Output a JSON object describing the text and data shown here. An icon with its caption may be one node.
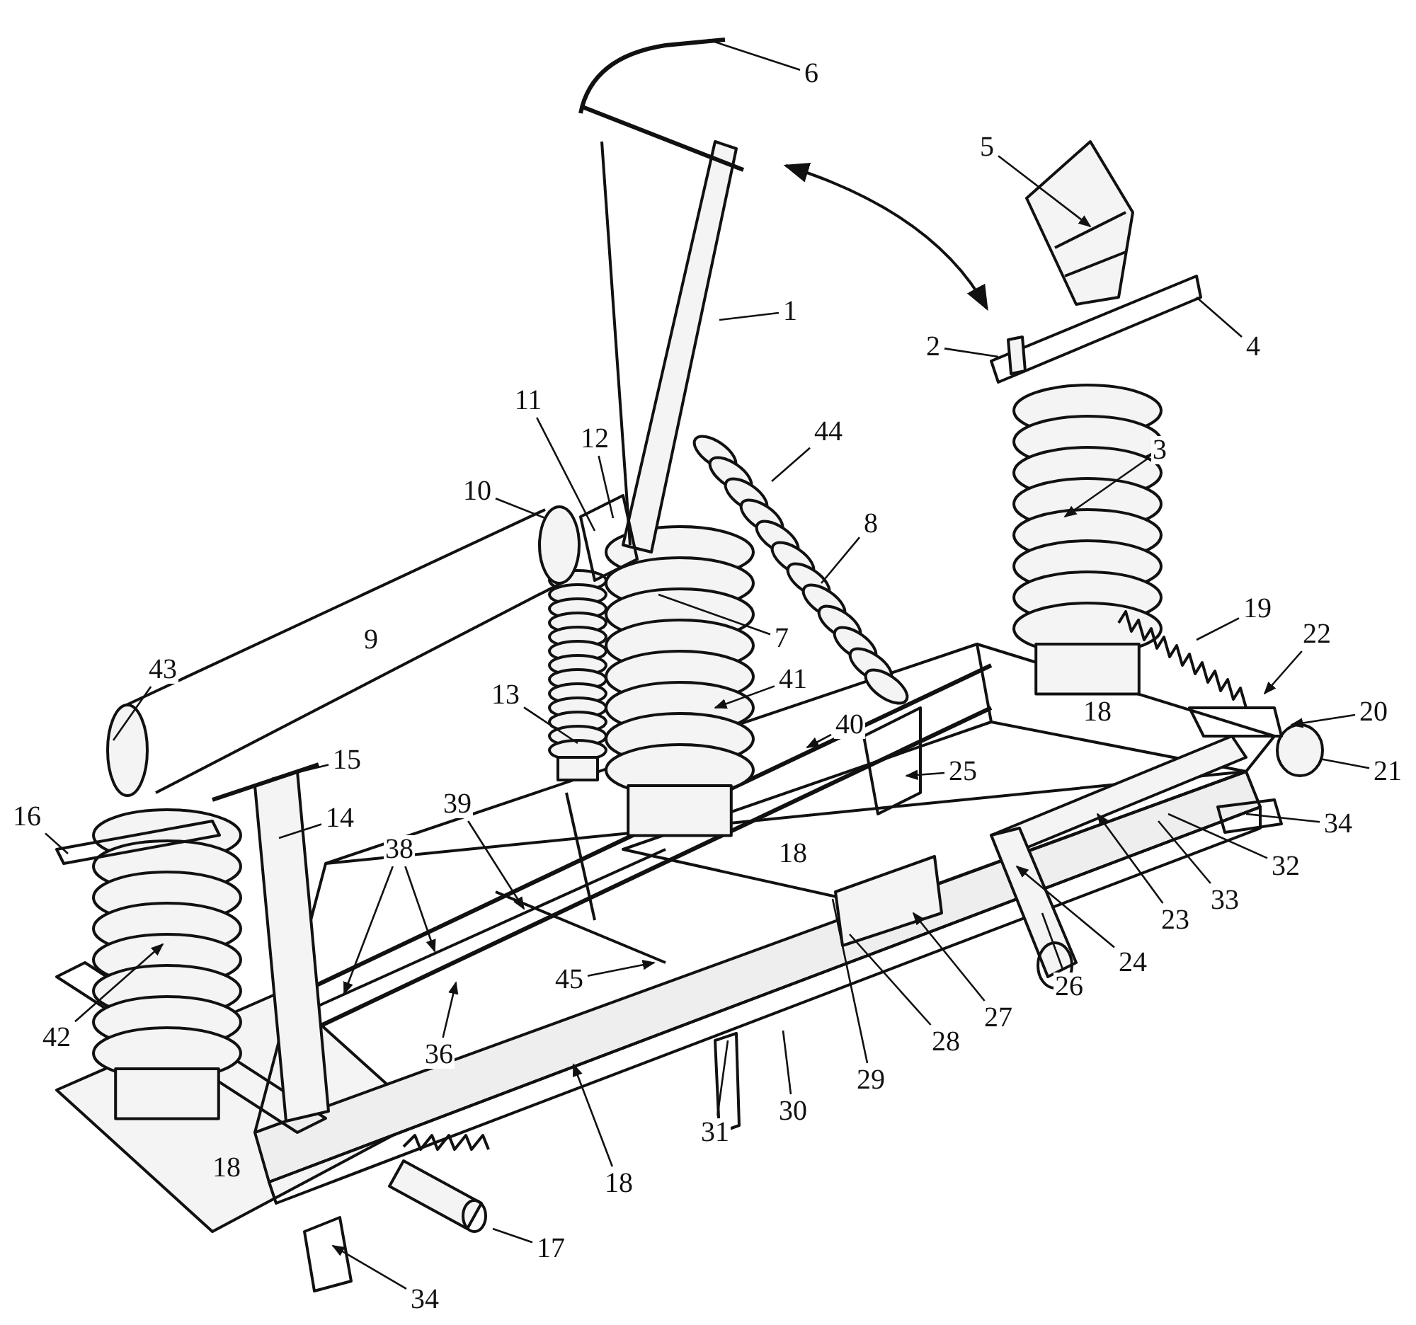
{
  "diagram": {
    "nodes": [
      {
        "text": [
          "1"
        ]
      },
      {
        "text": [
          "2"
        ]
      },
      {
        "text": [
          "3"
        ]
      },
      {
        "text": [
          "4"
        ]
      },
      {
        "text": [
          "5"
        ]
      },
      {
        "text": [
          "6"
        ]
      },
      {
        "text": [
          "7"
        ]
      },
      {
        "text": [
          "8"
        ]
      },
      {
        "text": [
          "10"
        ]
      },
      {
        "text": [
          "11"
        ]
      },
      {
        "text": [
          "12"
        ]
      },
      {
        "text": [
          "13"
        ]
      },
      {
        "text": [
          "14"
        ]
      },
      {
        "text": [
          "15"
        ]
      },
      {
        "text": [
          "16"
        ]
      },
      {
        "text": [
          "17"
        ]
      },
      {
        "text": [
          "18"
        ]
      },
      {
        "text": [
          "19"
        ]
      },
      {
        "text": [
          "20"
        ]
      },
      {
        "text": [
          "21"
        ]
      },
      {
        "text": [
          "22"
        ]
      },
      {
        "text": [
          "23"
        ]
      },
      {
        "text": [
          "24"
        ]
      },
      {
        "text": [
          "25"
        ]
      },
      {
        "text": [
          "26"
        ]
      },
      {
        "text": [
          "27"
        ]
      },
      {
        "text": [
          "28"
        ]
      },
      {
        "text": [
          "29"
        ]
      },
      {
        "text": [
          "30"
        ]
      },
      {
        "text": [
          "31"
        ]
      },
      {
        "text": [
          "32"
        ]
      },
      {
        "text": [
          "33"
        ]
      },
      {
        "text": [
          "34"
        ]
      },
      {
        "text": [
          "34"
        ]
      },
      {
        "text": [
          "36"
        ]
      },
      {
        "text": [
          "38"
        ]
      },
      {
        "text": [
          "39"
        ]
      },
      {
        "text": [
          "40"
        ]
      },
      {
        "text": [
          "41"
        ]
      },
      {
        "text": [
          "42"
        ]
      },
      {
        "text": [
          "43"
        ]
      },
      {
        "text": [
          "44"
        ]
      },
      {
        "text": [
          "45"
        ]
      }
    ],
    "edges": [
      {
        "from": 0,
        "to": null,
        "arrow": "none"
      },
      {
        "from": 1,
        "to": null,
        "arrow": "none"
      },
      {
        "from": 2,
        "to": null,
        "arrow": "to"
      },
      {
        "from": 3,
        "to": null,
        "arrow": "none"
      },
      {
        "from": 4,
        "to": null,
        "arrow": "to"
      },
      {
        "from": 5,
        "to": null,
        "arrow": "none"
      },
      {
        "from": 6,
        "to": null,
        "arrow": "none"
      },
      {
        "from": 7,
        "to": null,
        "arrow": "none"
      },
      {
        "from": 8,
        "to": null,
        "arrow": "none"
      },
      {
        "from": 9,
        "to": null,
        "arrow": "none"
      },
      {
        "from": 10,
        "to": null,
        "arrow": "none"
      },
      {
        "from": 11,
        "to": null,
        "arrow": "none"
      },
      {
        "from": 12,
        "to": null,
        "arrow": "none"
      },
      {
        "from": 13,
        "to": null,
        "arrow": "none"
      },
      {
        "from": 14,
        "to": null,
        "arrow": "none"
      },
      {
        "from": 15,
        "to": null,
        "arrow": "none"
      },
      {
        "from": 16,
        "to": null,
        "arrow": "to"
      },
      {
        "from": 17,
        "to": null,
        "arrow": "none"
      },
      {
        "from": 18,
        "to": null,
        "arrow": "to"
      },
      {
        "from": 19,
        "to": null,
        "arrow": "none"
      },
      {
        "from": 20,
        "to": null,
        "arrow": "to"
      },
      {
        "from": 21,
        "to": null,
        "arrow": "to"
      },
      {
        "from": 22,
        "to": null,
        "arrow": "to"
      },
      {
        "from": 23,
        "to": null,
        "arrow": "to"
      },
      {
        "from": 24,
        "to": null,
        "arrow": "none"
      },
      {
        "from": 25,
        "to": null,
        "arrow": "to"
      },
      {
        "from": 26,
        "to": null,
        "arrow": "none"
      },
      {
        "from": 27,
        "to": null,
        "arrow": "none"
      },
      {
        "from": 28,
        "to": null,
        "arrow": "none"
      },
      {
        "from": 29,
        "to": null,
        "arrow": "none"
      },
      {
        "from": 30,
        "to": null,
        "arrow": "none"
      },
      {
        "from": 31,
        "to": null,
        "arrow": "none"
      },
      {
        "from": 32,
        "to": null,
        "arrow": "none"
      },
      {
        "from": 33,
        "to": null,
        "arrow": "to"
      },
      {
        "from": 34,
        "to": null,
        "arrow": "to"
      },
      {
        "from": 35,
        "to": null,
        "arrow": "to"
      },
      {
        "from": 35,
        "to": null,
        "arrow": "to"
      },
      {
        "from": 36,
        "to": null,
        "arrow": "to"
      },
      {
        "from": 37,
        "to": null,
        "arrow": "to"
      },
      {
        "from": 38,
        "to": null,
        "arrow": "to"
      },
      {
        "from": 39,
        "to": null,
        "arrow": "to"
      },
      {
        "from": 40,
        "to": null,
        "arrow": "none"
      },
      {
        "from": 41,
        "to": null,
        "arrow": "none"
      },
      {
        "from": 42,
        "to": null,
        "arrow": "to"
      }
    ],
    "labels": [
      "9",
      "18",
      "18",
      "18"
    ]
  }
}
